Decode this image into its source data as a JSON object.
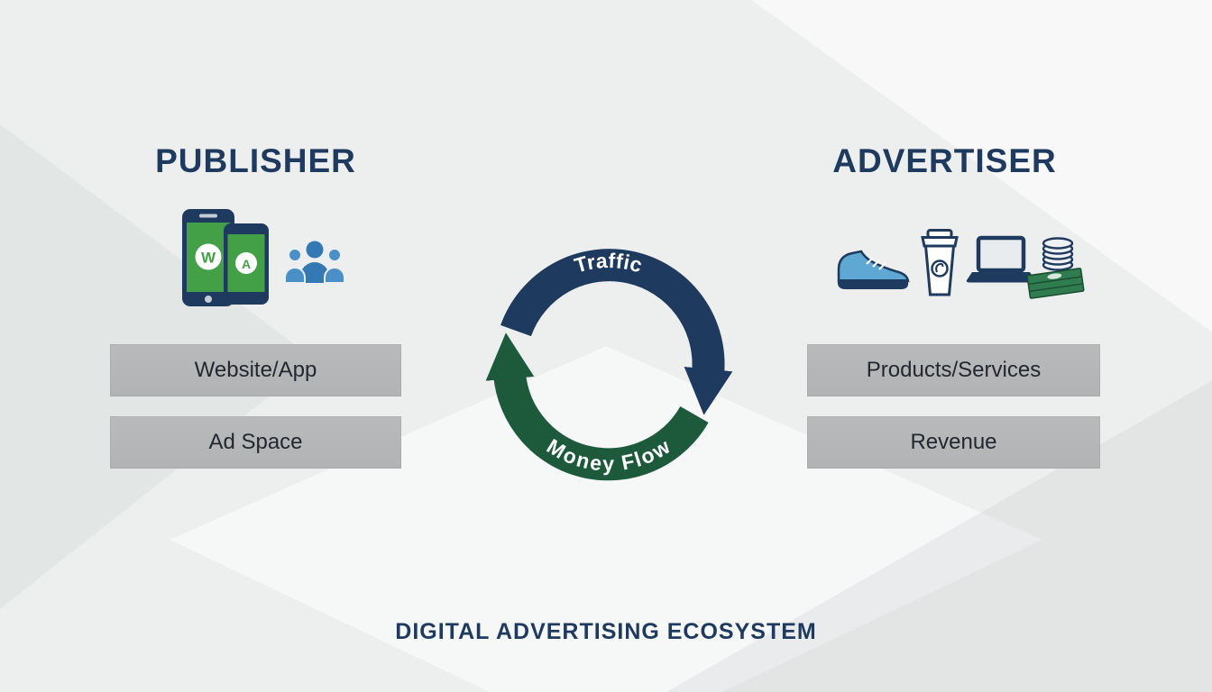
{
  "colors": {
    "bg": "#edefee",
    "navy": "#1e3a5f",
    "green": "#1d5a3c",
    "box-bg": "#b9babb",
    "box-text": "#23272e",
    "screen-green": "#43a047",
    "people-blue": "#4a8fc7",
    "people-blue-dark": "#3579b4",
    "shoe-blue": "#5fa8d3",
    "money-green": "#2f7d4f",
    "money-green-dark": "#1b4d33"
  },
  "publisher": {
    "title": "PUBLISHER",
    "icons": [
      "smartphone-website-icon",
      "smartphone-app-icon",
      "audience-people-icon"
    ],
    "phone_letter_w": "W",
    "phone_letter_a": "A",
    "boxes": [
      {
        "label": "Website/App"
      },
      {
        "label": "Ad Space"
      }
    ]
  },
  "advertiser": {
    "title": "ADVERTISER",
    "icons": [
      "sneaker-product-icon",
      "coffee-cup-product-icon",
      "laptop-money-icon"
    ],
    "boxes": [
      {
        "label": "Products/Services"
      },
      {
        "label": "Revenue"
      }
    ]
  },
  "flow": {
    "top_label": "Traffic",
    "bottom_label": "Money Flow"
  },
  "caption": "DIGITAL ADVERTISING ECOSYSTEM"
}
